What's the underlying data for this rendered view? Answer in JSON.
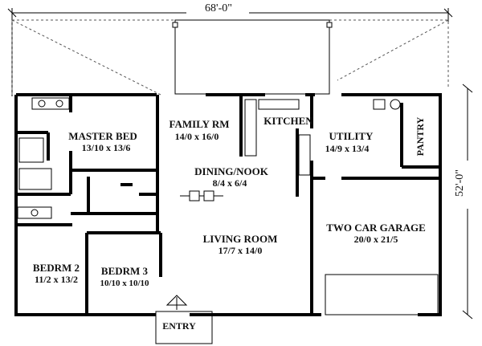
{
  "overall": {
    "width": "68'-0\"",
    "depth": "52'-0\""
  },
  "rooms": {
    "master_bed": {
      "name": "MASTER BED",
      "dims": "13/10 x 13/6"
    },
    "family_rm": {
      "name": "FAMILY RM",
      "dims": "14/0 x 16/0"
    },
    "kitchen": {
      "name": "KITCHEN"
    },
    "utility": {
      "name": "UTILITY",
      "dims": "14/9 x 13/4"
    },
    "pantry": {
      "name": "PANTRY"
    },
    "dining_nook": {
      "name": "DINING/NOOK",
      "dims": "8/4 x 6/4"
    },
    "garage": {
      "name": "TWO CAR GARAGE",
      "dims": "20/0 x 21/5"
    },
    "living": {
      "name": "LIVING ROOM",
      "dims": "17/7 x 14/0"
    },
    "bedrm2": {
      "name": "BEDRM 2",
      "dims": "11/2 x 13/2"
    },
    "bedrm3": {
      "name": "BEDRM 3",
      "dims": "10/10 x 10/10"
    },
    "entry": {
      "name": "ENTRY"
    }
  }
}
